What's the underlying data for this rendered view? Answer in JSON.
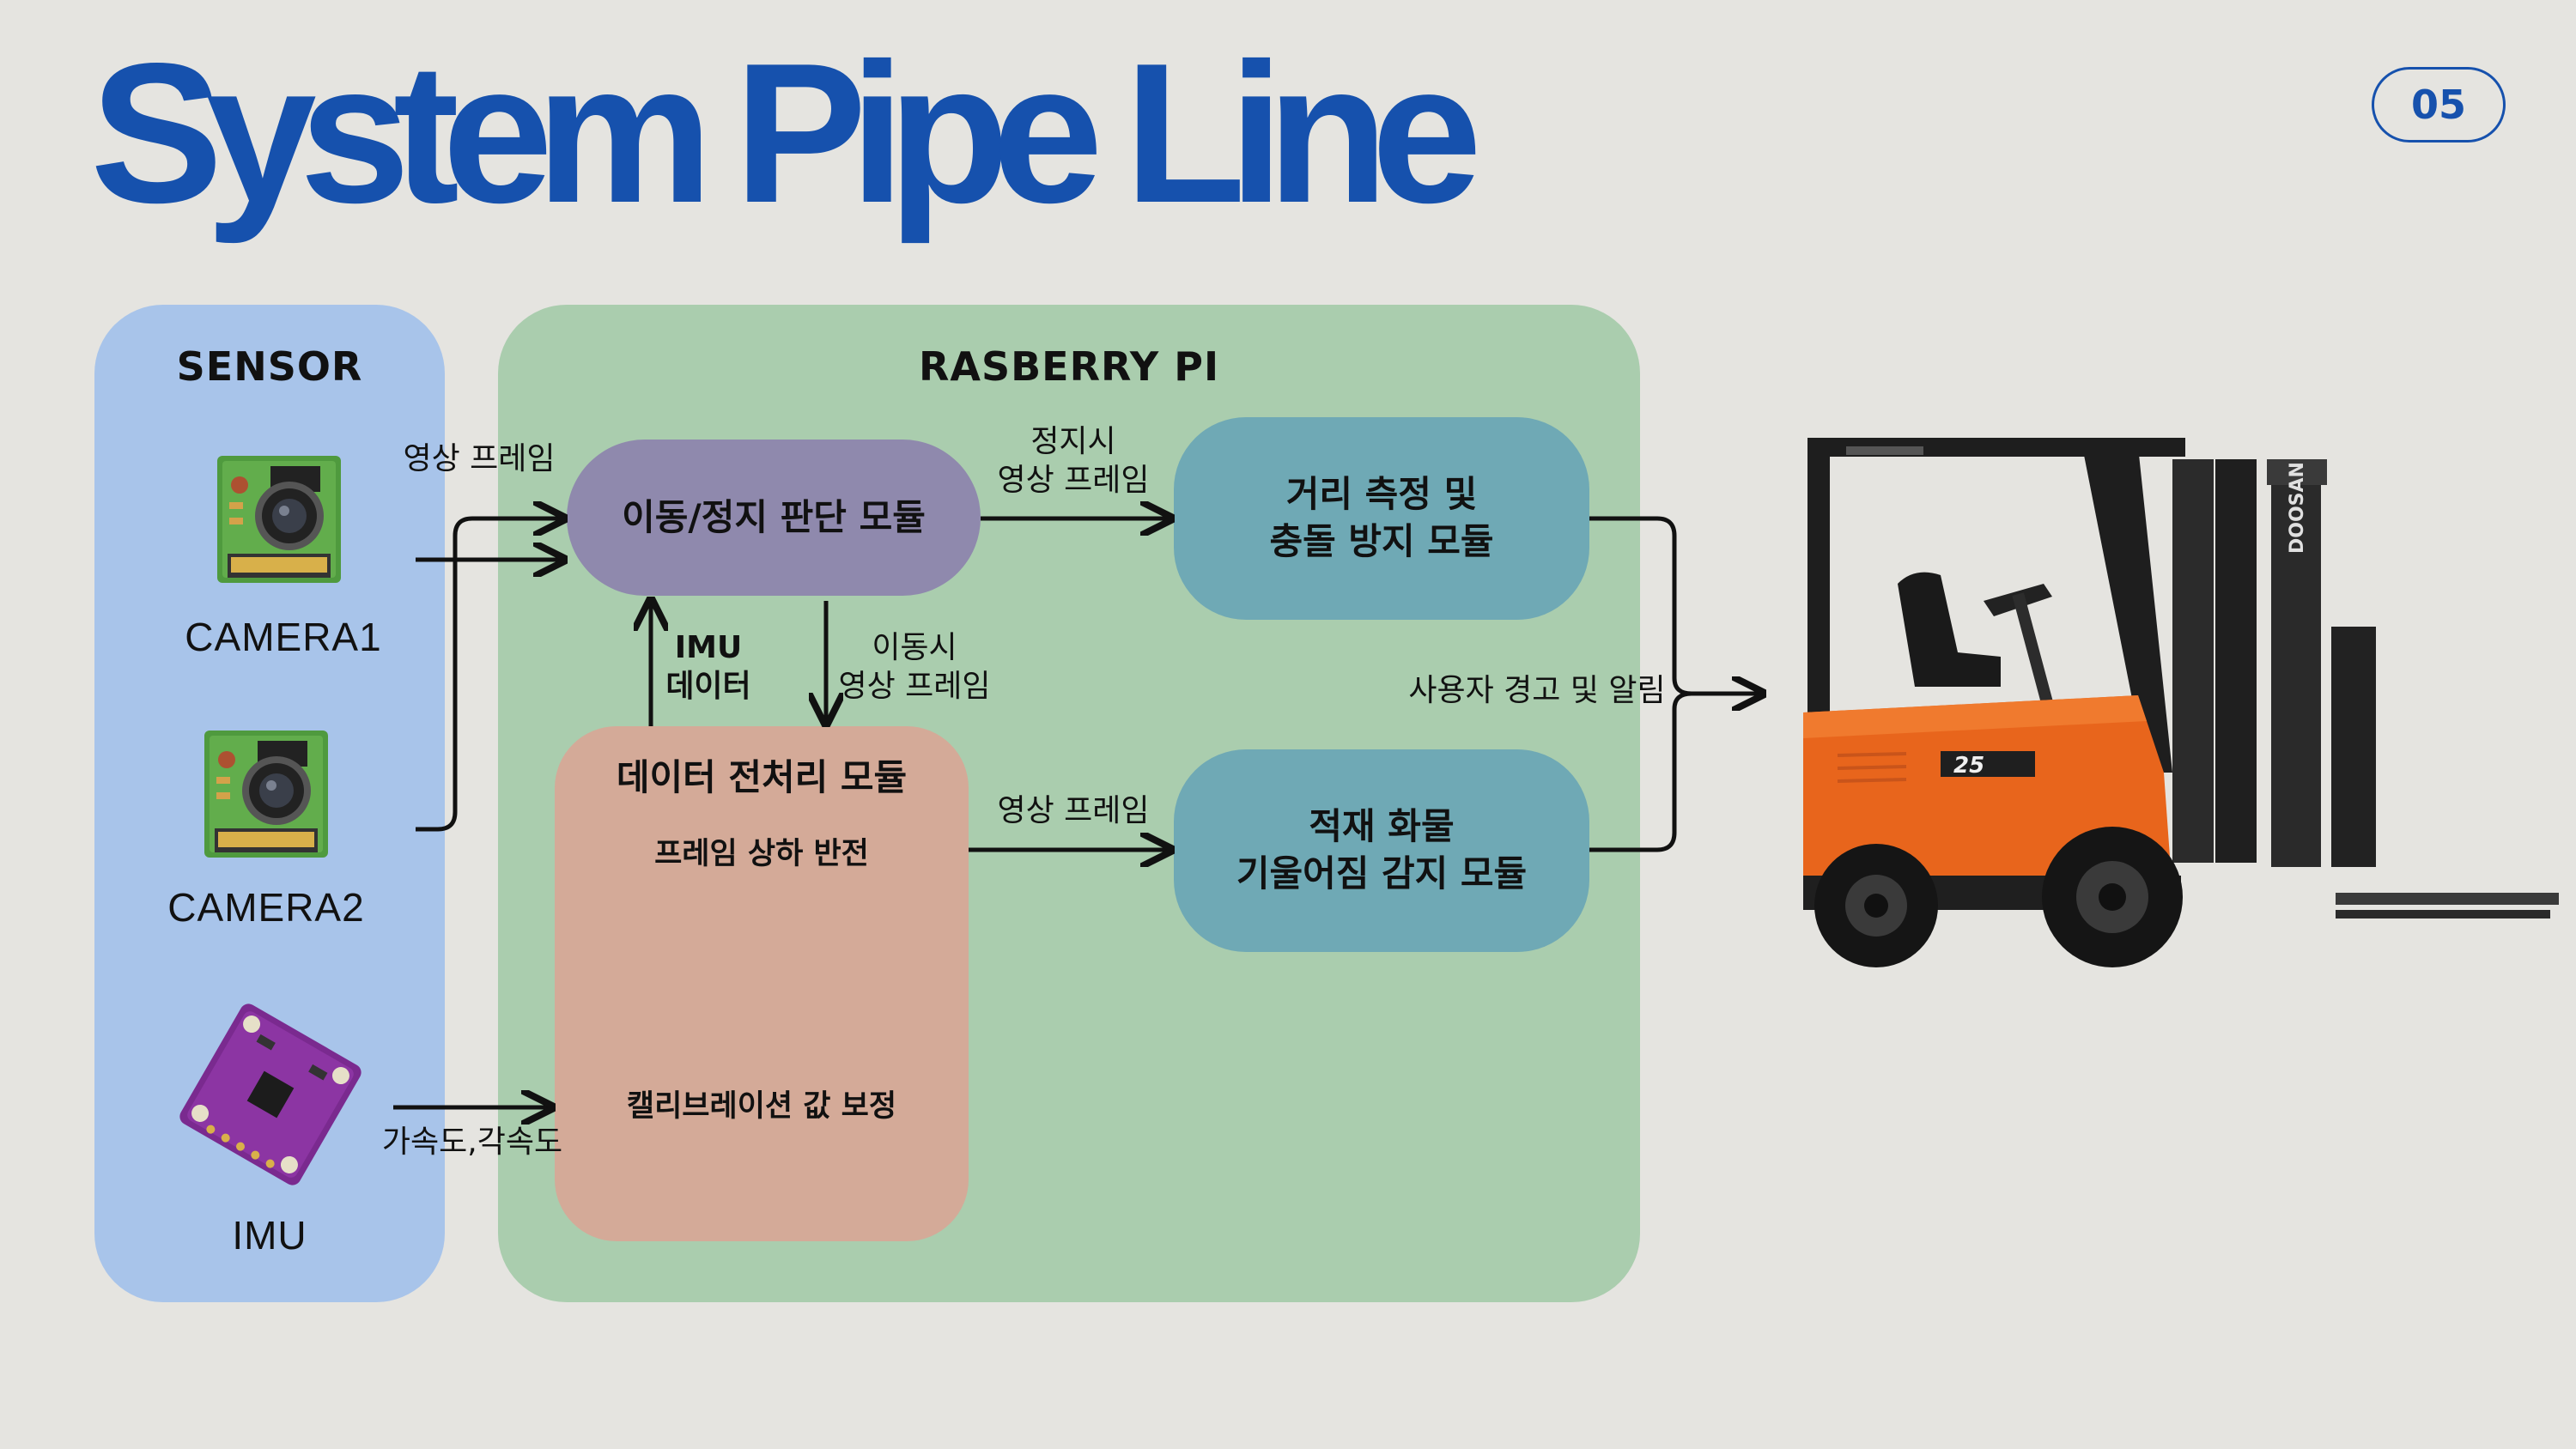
{
  "title": "System Pipe Line",
  "page_number": "05",
  "sensor_panel": {
    "title": "SENSOR",
    "camera1_label": "CAMERA1",
    "camera2_label": "CAMERA2",
    "imu_label": "IMU"
  },
  "pi_panel": {
    "title": "RASBERRY PI",
    "move_stop_module": "이동/정지 판단 모듈",
    "distance_module": "거리 측정 및\n충돌 방지 모듈",
    "tilt_module": "적재 화물\n기울어짐 감지 모듈",
    "preprocess_module": {
      "title": "데이터 전처리 모듈",
      "step1": "프레임 상하 반전",
      "step2": "캘리브레이션 값 보정"
    }
  },
  "edge_labels": {
    "cam_frame": "영상 프레임",
    "stop_frame": "정지시\n영상 프레임",
    "imu_data": "IMU\n데이터",
    "move_frame": "이동시\n영상 프레임",
    "preprocess_frame": "영상 프레임",
    "imu_accel": "가속도,각속도",
    "alert": "사용자 경고 및 알림"
  },
  "colors": {
    "title": "#1651ad",
    "sensor_panel": "#a8c4ea",
    "pi_panel": "#aacdae",
    "move_stop_box": "#8f89ad",
    "module_box": "#6fa9b5",
    "preprocess_box": "#d4aa98",
    "forklift_body": "#e8651c"
  },
  "icons": [
    "camera-module-icon",
    "imu-board-icon",
    "forklift-illustration"
  ],
  "forklift_text": {
    "brand": "DOOSAN",
    "model": "25"
  }
}
